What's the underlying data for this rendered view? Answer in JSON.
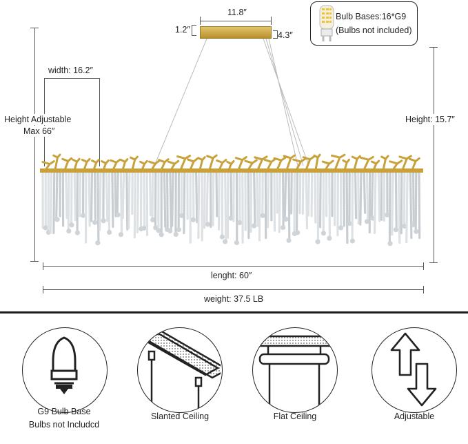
{
  "dimensions": {
    "canopy_width": "11.8″",
    "canopy_height": "1.2″",
    "canopy_depth": "4.3″",
    "width": "width: 16.2″",
    "height_adjustable_line1": "Height Adjustable",
    "height_adjustable_line2": "Max 66″",
    "height": "Height: 15.7″",
    "length": "lenght: 60″",
    "weight": "weight: 37.5 LB"
  },
  "bulb_info": {
    "line1": "Bulb Bases:16*G9",
    "line2": "(Bulbs not included)"
  },
  "features": [
    {
      "icon": "g9-bulb-icon",
      "line1": "G9 Bulb Base",
      "line2": "Bulbs not Includcd"
    },
    {
      "icon": "slanted-ceiling-icon",
      "line1": "Slanted Ceiling",
      "line2": ""
    },
    {
      "icon": "flat-ceiling-icon",
      "line1": "Flat Ceiling",
      "line2": ""
    },
    {
      "icon": "adjustable-icon",
      "line1": "Adjustable",
      "line2": ""
    }
  ],
  "colors": {
    "gold": "#c9a13a",
    "crystal": "#d9dde0",
    "line": "#555555"
  }
}
